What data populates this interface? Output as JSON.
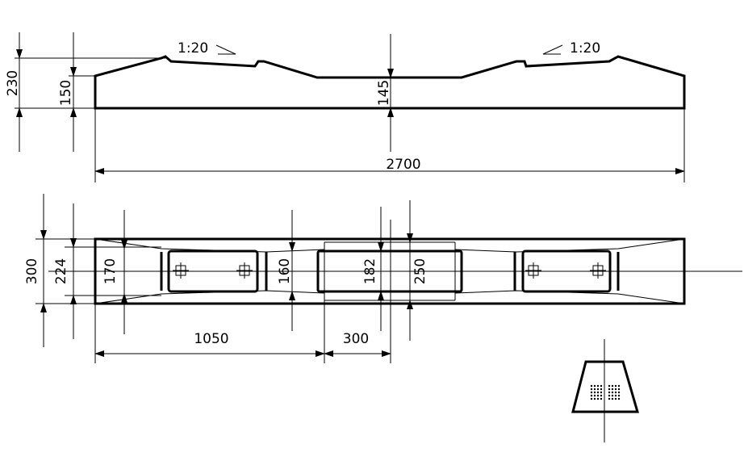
{
  "side_view": {
    "height_total": "230",
    "height_end": "150",
    "height_middle": "145",
    "length": "2700",
    "slope_left": "1:20",
    "slope_right": "1:20"
  },
  "plan_view": {
    "width_total": "300",
    "width_end": "224",
    "width_seat": "170",
    "width_rail_seat": "160",
    "width_middle": "182",
    "width_middle_max": "250",
    "dist_to_center_section": "1050",
    "center_section_length": "300"
  },
  "colors": {
    "line": "#000000",
    "background": "#ffffff"
  },
  "icons": [
    "arrow-head",
    "anchor-cross"
  ]
}
